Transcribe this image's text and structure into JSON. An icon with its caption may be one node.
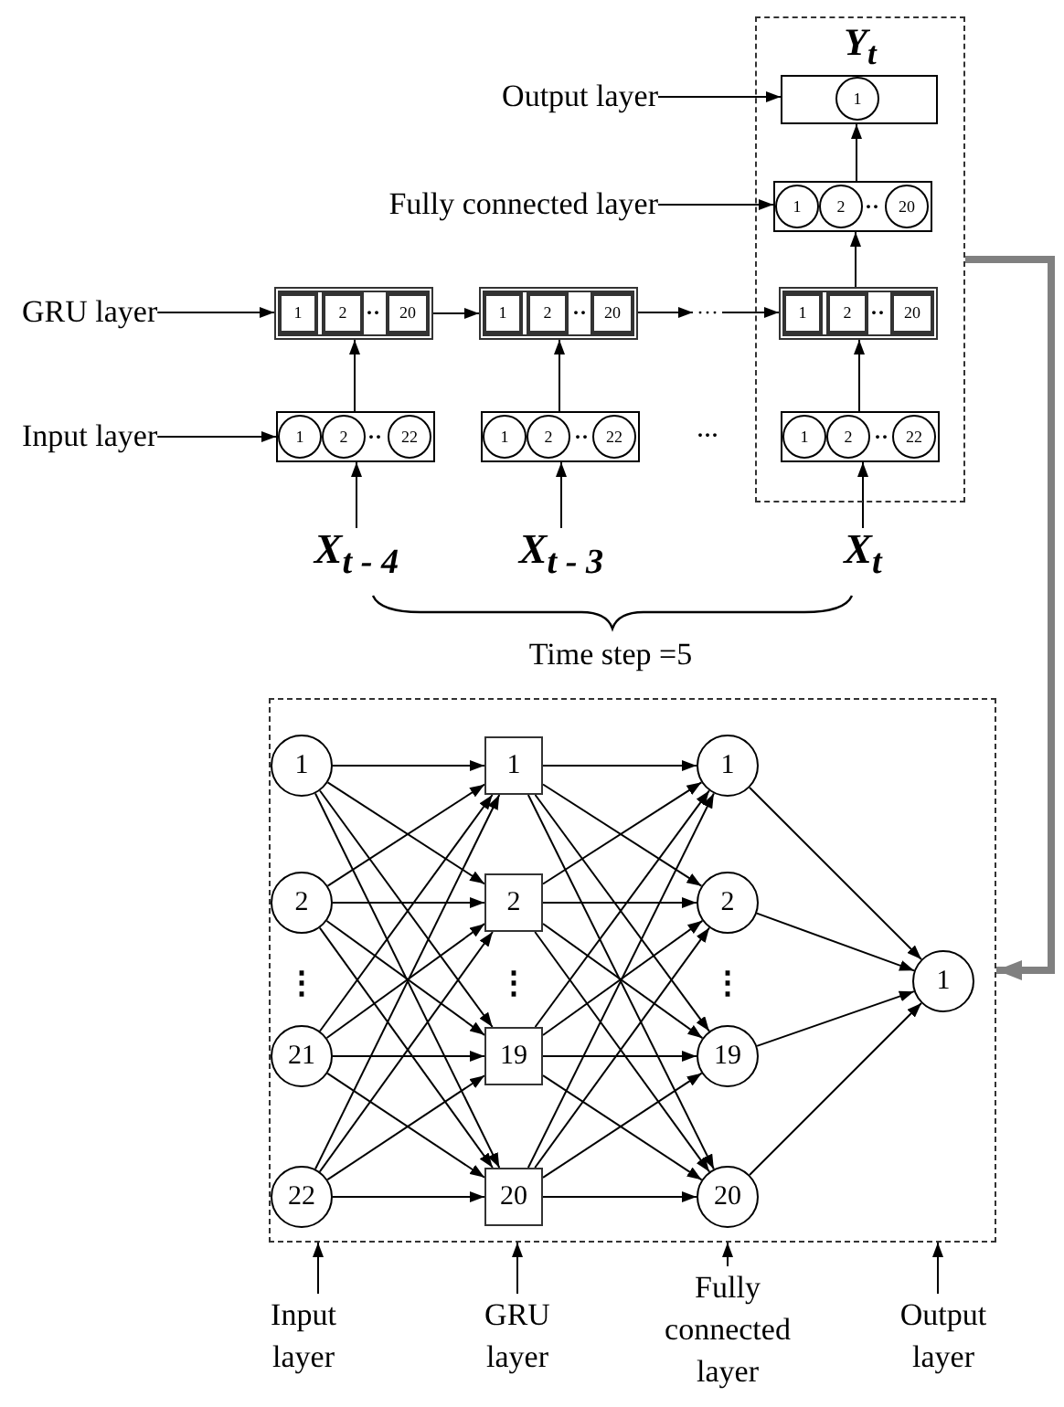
{
  "diagram": {
    "nodes": [
      {
        "text": [
          "Y$_{t}$"
        ]
      },
      {
        "text": [],
        "shape": "box",
        "in": 0
      },
      {
        "text": [
          "1"
        ],
        "in": 1
      },
      {
        "text": [
          "Output layer"
        ]
      },
      {
        "text": [
          "Fully connected layer"
        ]
      },
      {
        "text": [],
        "shape": "box",
        "in": 0
      },
      {
        "text": [
          "1"
        ],
        "in": 5
      },
      {
        "text": [
          "2"
        ],
        "in": 5
      },
      {
        "text": [
          "20"
        ],
        "in": 5
      },
      {
        "text": [
          "GRU layer"
        ]
      },
      {
        "text": [],
        "shape": "box"
      },
      {
        "text": [
          "1"
        ],
        "in": 10
      },
      {
        "text": [
          "2"
        ],
        "in": 10
      },
      {
        "text": [
          "20"
        ],
        "in": 10
      },
      {
        "text": [],
        "shape": "box"
      },
      {
        "text": [
          "1"
        ],
        "in": 14
      },
      {
        "text": [
          "2"
        ],
        "in": 14
      },
      {
        "text": [
          "20"
        ],
        "in": 14
      },
      {
        "text": [
          "···"
        ]
      },
      {
        "text": [],
        "shape": "box",
        "in": 0
      },
      {
        "text": [
          "1"
        ],
        "in": 19
      },
      {
        "text": [
          "2"
        ],
        "in": 19
      },
      {
        "text": [
          "20"
        ],
        "in": 19
      },
      {
        "text": [
          "Input layer"
        ]
      },
      {
        "text": [],
        "shape": "box"
      },
      {
        "text": [
          "1"
        ],
        "in": 24
      },
      {
        "text": [
          "2"
        ],
        "in": 24
      },
      {
        "text": [
          "22"
        ],
        "in": 24
      },
      {
        "text": [],
        "shape": "box"
      },
      {
        "text": [
          "1"
        ],
        "in": 28
      },
      {
        "text": [
          "2"
        ],
        "in": 28
      },
      {
        "text": [
          "22"
        ],
        "in": 28
      },
      {
        "text": [],
        "shape": "box",
        "in": 0
      },
      {
        "text": [
          "1"
        ],
        "in": 32
      },
      {
        "text": [
          "2"
        ],
        "in": 32
      },
      {
        "text": [
          "22"
        ],
        "in": 32
      },
      {
        "text": [
          "X$_{t - 4}$"
        ]
      },
      {
        "text": [
          "X$_{t - 3}$"
        ]
      },
      {
        "text": [
          "X$_{t}$"
        ]
      },
      {
        "text": [],
        "shape": "box"
      },
      {
        "text": [
          "1"
        ],
        "in": 39
      },
      {
        "text": [
          "2"
        ],
        "in": 39
      },
      {
        "text": [
          "21"
        ],
        "in": 39
      },
      {
        "text": [
          "22"
        ],
        "in": 39
      },
      {
        "text": [
          "1"
        ],
        "in": 39
      },
      {
        "text": [
          "2"
        ],
        "in": 39
      },
      {
        "text": [
          "19"
        ],
        "in": 39
      },
      {
        "text": [
          "20"
        ],
        "in": 39
      },
      {
        "text": [
          "1"
        ],
        "in": 39
      },
      {
        "text": [
          "2"
        ],
        "in": 39
      },
      {
        "text": [
          "19"
        ],
        "in": 39
      },
      {
        "text": [
          "20"
        ],
        "in": 39
      },
      {
        "text": [
          "1"
        ],
        "in": 39
      },
      {
        "text": [
          "Input layer"
        ]
      },
      {
        "text": [
          "GRU layer"
        ]
      },
      {
        "text": [
          "Fully connected layer"
        ]
      },
      {
        "text": [
          "Output layer"
        ]
      }
    ],
    "edges": [
      {
        "from": 3,
        "to": 1,
        "arrow": "to"
      },
      {
        "from": 4,
        "to": 5,
        "arrow": "to"
      },
      {
        "from": 9,
        "to": 10,
        "arrow": "to"
      },
      {
        "from": 10,
        "to": 14,
        "arrow": "to"
      },
      {
        "from": 14,
        "to": 18,
        "arrow": "to"
      },
      {
        "from": 18,
        "to": 19,
        "arrow": "to"
      },
      {
        "from": 19,
        "to": 5,
        "arrow": "to"
      },
      {
        "from": 5,
        "to": 1,
        "arrow": "to"
      },
      {
        "from": 23,
        "to": 24,
        "arrow": "to"
      },
      {
        "from": 24,
        "to": 10,
        "arrow": "to"
      },
      {
        "from": 28,
        "to": 14,
        "arrow": "to"
      },
      {
        "from": 32,
        "to": 19,
        "arrow": "to"
      },
      {
        "from": 36,
        "to": 24,
        "arrow": "to"
      },
      {
        "from": 37,
        "to": 28,
        "arrow": "to"
      },
      {
        "from": 38,
        "to": 32,
        "arrow": "to"
      },
      {
        "from": 0,
        "to": 39,
        "arrow": "to",
        "style": "thick",
        "color": "#808080"
      },
      {
        "from": 40,
        "to": 44,
        "arrow": "to"
      },
      {
        "from": 40,
        "to": 45,
        "arrow": "to"
      },
      {
        "from": 40,
        "to": 46,
        "arrow": "to"
      },
      {
        "from": 40,
        "to": 47,
        "arrow": "to"
      },
      {
        "from": 41,
        "to": 44,
        "arrow": "to"
      },
      {
        "from": 41,
        "to": 45,
        "arrow": "to"
      },
      {
        "from": 41,
        "to": 46,
        "arrow": "to"
      },
      {
        "from": 41,
        "to": 47,
        "arrow": "to"
      },
      {
        "from": 42,
        "to": 44,
        "arrow": "to"
      },
      {
        "from": 42,
        "to": 45,
        "arrow": "to"
      },
      {
        "from": 42,
        "to": 46,
        "arrow": "to"
      },
      {
        "from": 42,
        "to": 47,
        "arrow": "to"
      },
      {
        "from": 43,
        "to": 44,
        "arrow": "to"
      },
      {
        "from": 43,
        "to": 45,
        "arrow": "to"
      },
      {
        "from": 43,
        "to": 46,
        "arrow": "to"
      },
      {
        "from": 43,
        "to": 47,
        "arrow": "to"
      },
      {
        "from": 44,
        "to": 48,
        "arrow": "to"
      },
      {
        "from": 44,
        "to": 49,
        "arrow": "to"
      },
      {
        "from": 44,
        "to": 50,
        "arrow": "to"
      },
      {
        "from": 44,
        "to": 51,
        "arrow": "to"
      },
      {
        "from": 45,
        "to": 48,
        "arrow": "to"
      },
      {
        "from": 45,
        "to": 49,
        "arrow": "to"
      },
      {
        "from": 45,
        "to": 50,
        "arrow": "to"
      },
      {
        "from": 45,
        "to": 51,
        "arrow": "to"
      },
      {
        "from": 46,
        "to": 48,
        "arrow": "to"
      },
      {
        "from": 46,
        "to": 49,
        "arrow": "to"
      },
      {
        "from": 46,
        "to": 50,
        "arrow": "to"
      },
      {
        "from": 46,
        "to": 51,
        "arrow": "to"
      },
      {
        "from": 47,
        "to": 48,
        "arrow": "to"
      },
      {
        "from": 47,
        "to": 49,
        "arrow": "to"
      },
      {
        "from": 47,
        "to": 50,
        "arrow": "to"
      },
      {
        "from": 47,
        "to": 51,
        "arrow": "to"
      },
      {
        "from": 48,
        "to": 52,
        "arrow": "to"
      },
      {
        "from": 49,
        "to": 52,
        "arrow": "to"
      },
      {
        "from": 50,
        "to": 52,
        "arrow": "to"
      },
      {
        "from": 51,
        "to": 52,
        "arrow": "to"
      },
      {
        "from": 53,
        "to": 39,
        "arrow": "to"
      },
      {
        "from": 54,
        "to": 39,
        "arrow": "to"
      },
      {
        "from": 55,
        "to": 39,
        "arrow": "to"
      },
      {
        "from": 56,
        "to": 39,
        "arrow": "to"
      }
    ],
    "labels": [
      "··",
      "··",
      "··",
      "··",
      "··",
      "··",
      "···",
      "··",
      "Time step =5",
      "⋮",
      "⋮",
      "⋮"
    ]
  }
}
